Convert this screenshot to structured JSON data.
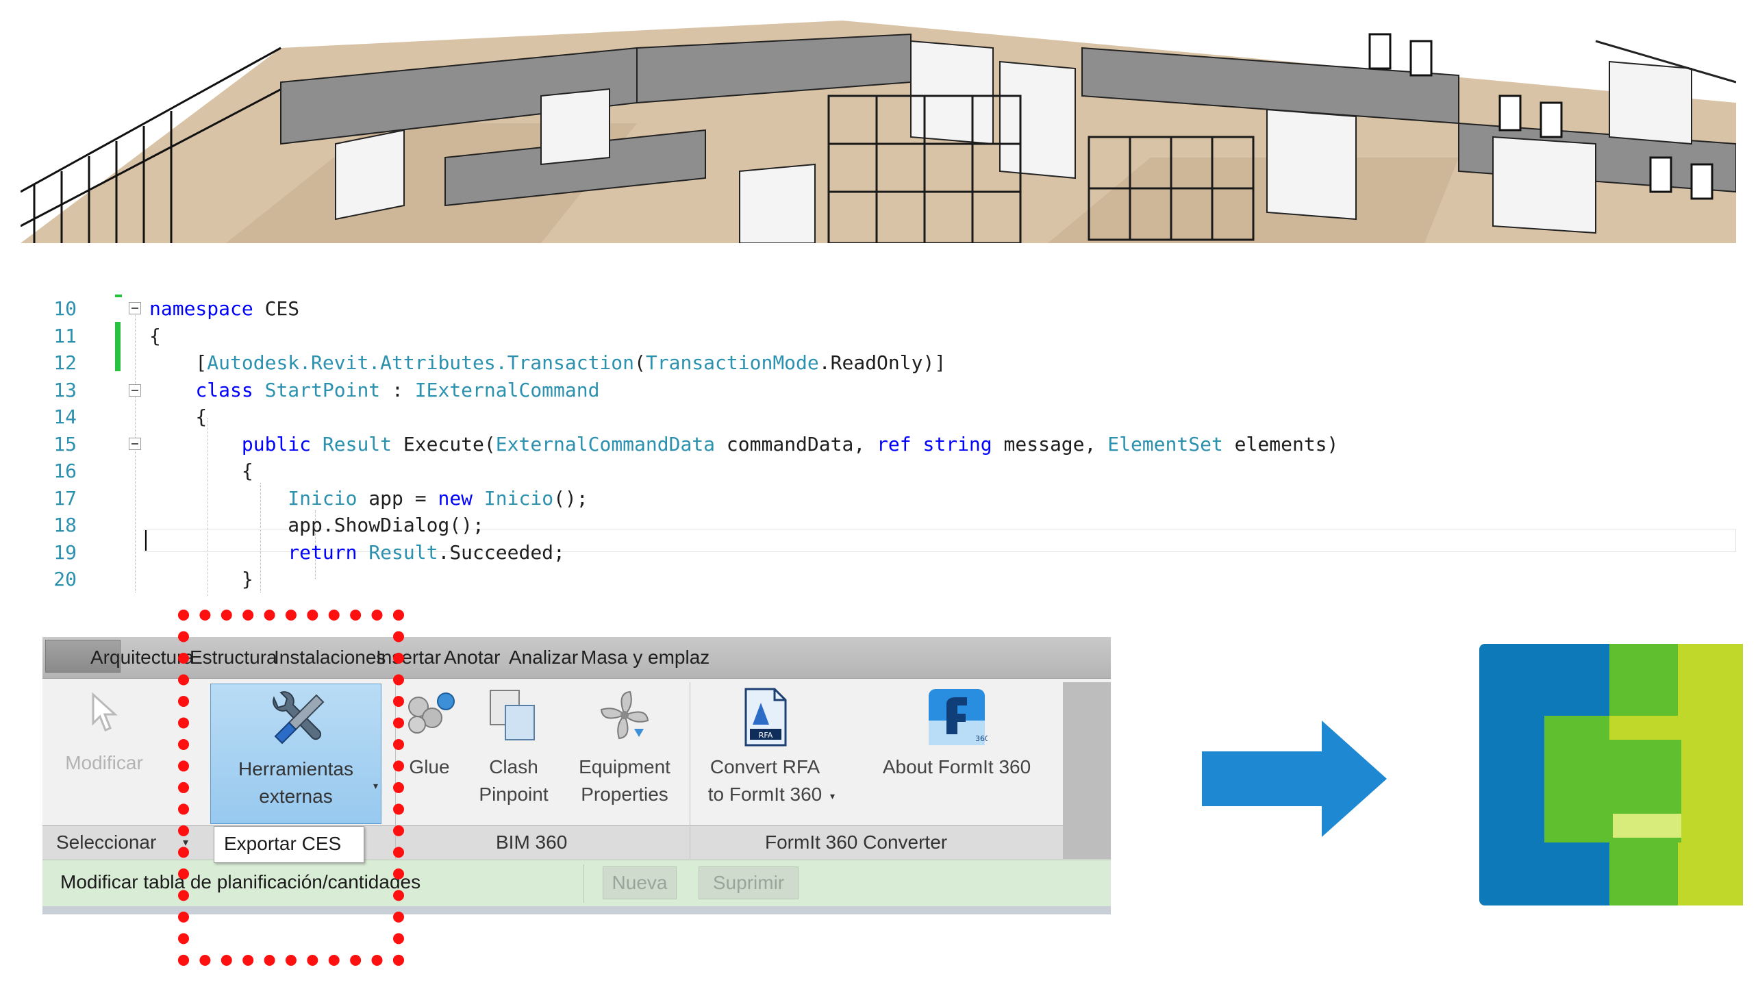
{
  "code": {
    "lines": [
      {
        "n": "10",
        "parts": [
          [
            "kw",
            "namespace"
          ],
          [
            "",
            " CES"
          ]
        ]
      },
      {
        "n": "11",
        "parts": [
          [
            "",
            "{"
          ]
        ]
      },
      {
        "n": "12",
        "parts": [
          [
            "",
            "    ["
          ],
          [
            "ty",
            "Autodesk.Revit.Attributes.Transaction"
          ],
          [
            "",
            "("
          ],
          [
            "ty",
            "TransactionMode"
          ],
          [
            "",
            ".ReadOnly)]"
          ]
        ]
      },
      {
        "n": "13",
        "parts": [
          [
            "",
            "    "
          ],
          [
            "kw",
            "class"
          ],
          [
            "",
            " "
          ],
          [
            "ty",
            "StartPoint"
          ],
          [
            "",
            " : "
          ],
          [
            "ty",
            "IExternalCommand"
          ]
        ]
      },
      {
        "n": "14",
        "parts": [
          [
            "",
            "    {"
          ]
        ]
      },
      {
        "n": "15",
        "parts": [
          [
            "",
            "        "
          ],
          [
            "kw",
            "public"
          ],
          [
            "",
            " "
          ],
          [
            "ty",
            "Result"
          ],
          [
            "",
            " Execute("
          ],
          [
            "ty",
            "ExternalCommandData"
          ],
          [
            "",
            " commandData, "
          ],
          [
            "kw",
            "ref"
          ],
          [
            "",
            " "
          ],
          [
            "kw",
            "string"
          ],
          [
            "",
            " message, "
          ],
          [
            "ty",
            "ElementSet"
          ],
          [
            "",
            " elements)"
          ]
        ]
      },
      {
        "n": "16",
        "parts": [
          [
            "",
            "        {"
          ]
        ]
      },
      {
        "n": "17",
        "parts": [
          [
            "",
            "            "
          ],
          [
            "ty",
            "Inicio"
          ],
          [
            "",
            " app = "
          ],
          [
            "kw",
            "new"
          ],
          [
            "",
            " "
          ],
          [
            "ty",
            "Inicio"
          ],
          [
            "",
            "();"
          ]
        ]
      },
      {
        "n": "18",
        "parts": [
          [
            "",
            "            app.ShowDialog();"
          ]
        ]
      },
      {
        "n": "19",
        "parts": [
          [
            "",
            "            "
          ],
          [
            "kw",
            "return"
          ],
          [
            "",
            " "
          ],
          [
            "ty",
            "Result"
          ],
          [
            "",
            ".Succeeded;"
          ]
        ]
      },
      {
        "n": "20",
        "parts": [
          [
            "",
            "        }"
          ]
        ]
      }
    ]
  },
  "ribbon": {
    "tabs": [
      "Arquitectura",
      "Estructura",
      "Instalaciones",
      "Insertar",
      "Anotar",
      "Analizar",
      "Masa y emplaz"
    ],
    "modify_label": "Modificar",
    "herramientas_line1": "Herramientas",
    "herramientas_line2": "externas",
    "glue_label": "Glue",
    "clash_line1": "Clash",
    "clash_line2": "Pinpoint",
    "equip_line1": "Equipment",
    "equip_line2": "Properties",
    "convert_line1": "Convert RFA",
    "convert_line2": "to FormIt 360",
    "about_label": "About FormIt 360",
    "seleccionar_label": "Seleccionar",
    "dropdown_item": "Exportar CES",
    "bim_panel": "BIM 360",
    "formit_panel": "FormIt 360 Converter",
    "context_label": "Modificar tabla de planificación/cantidades",
    "nueva_label": "Nueva",
    "suprimir_label": "Suprimir"
  },
  "colors": {
    "highlight": "#ff1010",
    "arrow": "#1e88d2",
    "logo_blue": "#0e79b8",
    "logo_green": "#5fbf2f",
    "logo_lime": "#bfd82a"
  }
}
